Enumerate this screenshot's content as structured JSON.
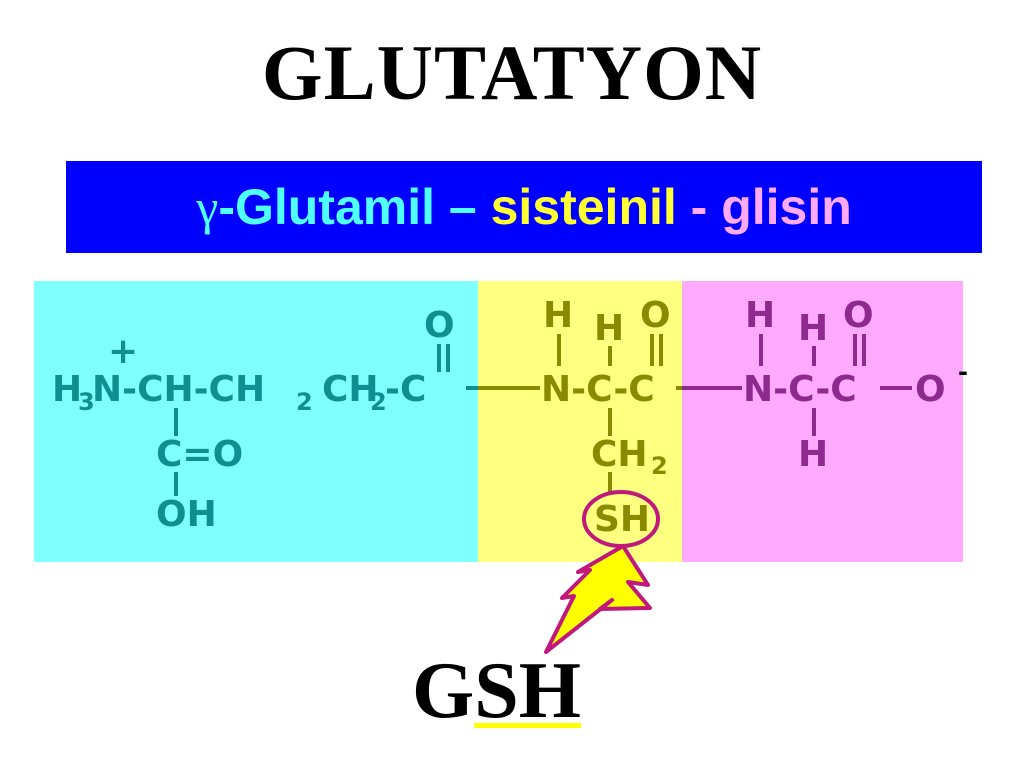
{
  "title": "GLUTATYON",
  "banner": {
    "gamma": "γ",
    "part1": "-Glutamil",
    "sep1": " – ",
    "part2": "sisteinil",
    "sep2": " - ",
    "part3": "glisin"
  },
  "colors": {
    "banner_bg": "#0000ff",
    "glutamyl": "#4fffff",
    "cysteinyl": "#ffff33",
    "glycine": "#ffaaff",
    "glutamyl_panel": "#80ffff",
    "cysteinyl_panel": "#ffff80",
    "glycine_panel": "#ffaaff",
    "glutamyl_ink": "#0f8f8f",
    "cysteinyl_ink": "#8a8a00",
    "glycine_ink": "#8e2a8e",
    "highlight": "#c0197b",
    "bolt": "#ffff00"
  },
  "structure": {
    "glu": {
      "charge": "+",
      "h3n": "H",
      "h3n_sub": "3",
      "n": "N-CH-CH",
      "ch2a_sub": "2",
      "ch2b": "CH",
      "ch2b_sub": "2",
      "c_end": "-C",
      "o_top": "O",
      "carboxyl": "C=O",
      "oh": "OH"
    },
    "cys": {
      "h_n": "H",
      "h_c": "H",
      "o_top": "O",
      "backbone": "N-C-C",
      "ch2": "CH",
      "ch2_sub": "2",
      "sh": "SH"
    },
    "gly": {
      "h_n": "H",
      "h_c": "H",
      "o_top": "O",
      "backbone": "N-C-C",
      "o_end": "O",
      "charge": "-",
      "h_bottom": "H"
    }
  },
  "gsh": {
    "g": "G",
    "sh": "SH"
  }
}
